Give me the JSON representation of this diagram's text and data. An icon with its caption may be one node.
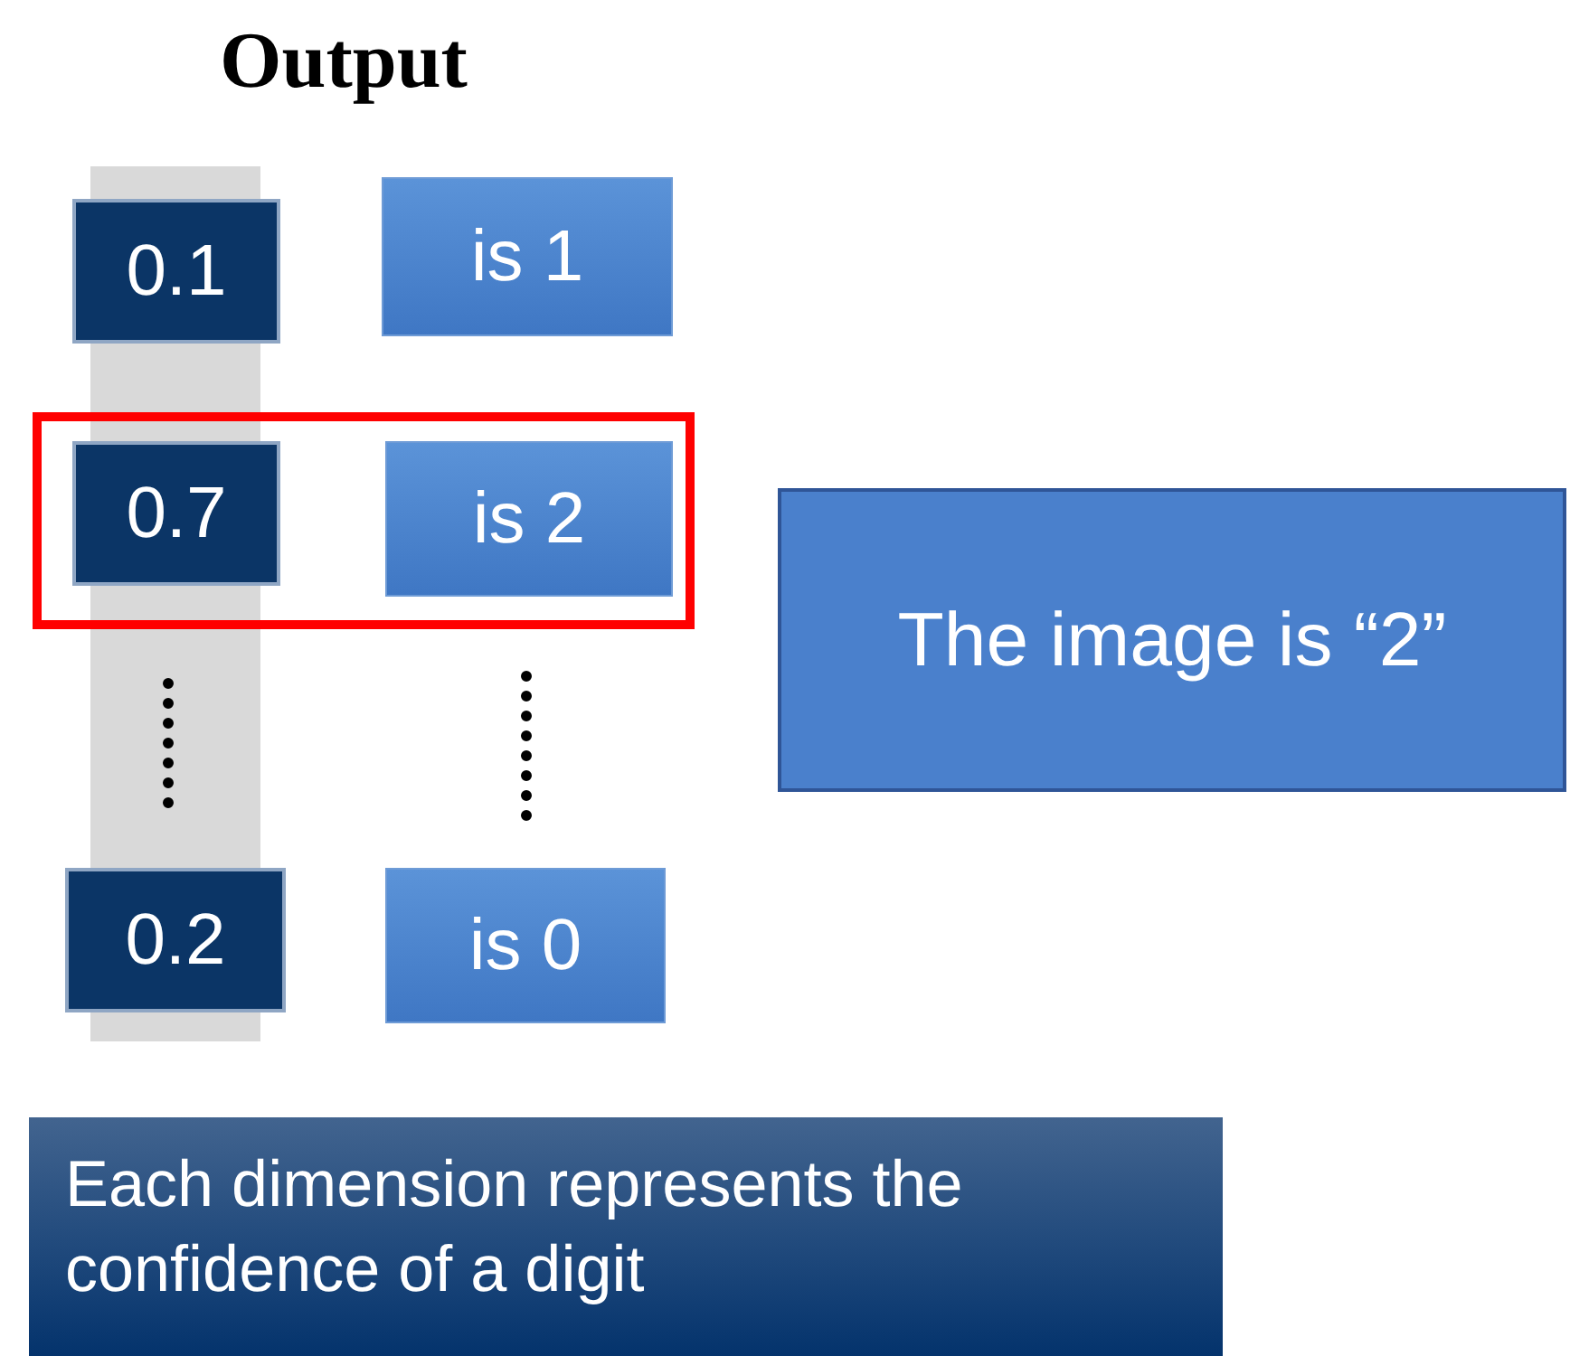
{
  "diagram": {
    "title": "Output",
    "nodes": [
      {
        "text": [
          "0.1"
        ]
      },
      {
        "text": [
          "is 1"
        ]
      },
      {
        "text": [
          "0.7"
        ]
      },
      {
        "text": [
          "is 2"
        ]
      },
      {
        "text": [
          "0.2"
        ]
      },
      {
        "text": [
          "is 0"
        ]
      },
      {
        "text": [
          "The image is “2”"
        ]
      },
      {
        "text": [
          "Each dimension represents the confidence of a digit"
        ]
      }
    ]
  }
}
